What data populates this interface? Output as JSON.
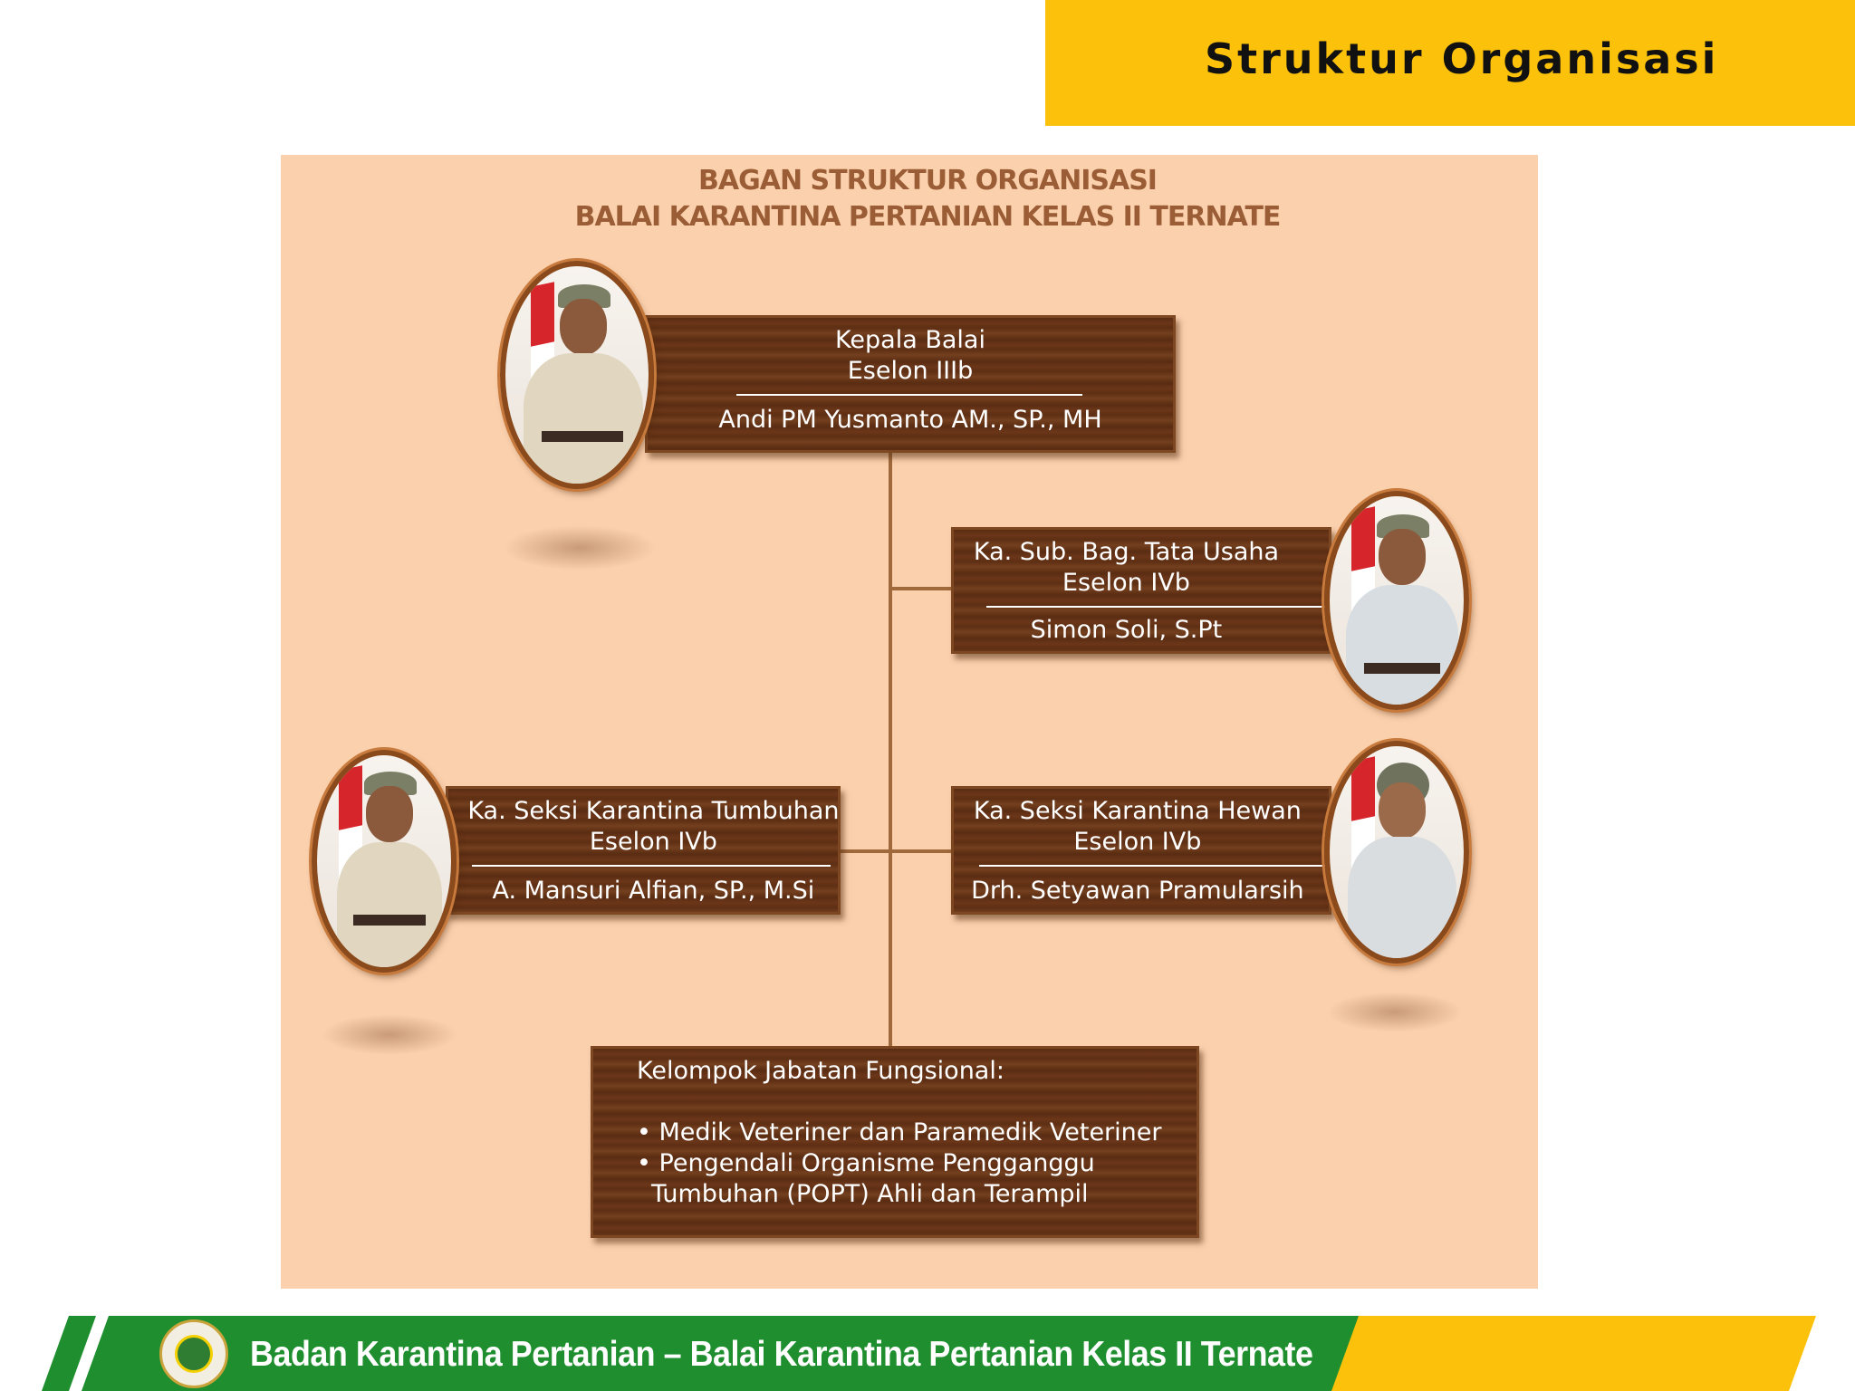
{
  "header": {
    "title": "Struktur Organisasi"
  },
  "chart": {
    "heading_line1": "BAGAN STRUKTUR ORGANISASI",
    "heading_line2": "BALAI KARANTINA PERTANIAN KELAS II TERNATE",
    "head": {
      "title_line1": "Kepala Balai",
      "title_line2": "Eselon IIIb",
      "name": "Andi PM Yusmanto AM., SP., MH"
    },
    "tata_usaha": {
      "title_line1": "Ka. Sub. Bag. Tata Usaha",
      "title_line2": "Eselon IVb",
      "name": "Simon Soli, S.Pt"
    },
    "tumbuhan": {
      "title_line1": "Ka. Seksi Karantina Tumbuhan",
      "title_line2": "Eselon IVb",
      "name": "A. Mansuri Alfian, SP., M.Si"
    },
    "hewan": {
      "title_line1": "Ka. Seksi Karantina Hewan",
      "title_line2": "Eselon IVb",
      "name": "Drh. Setyawan Pramularsih"
    },
    "fungsional": {
      "title": "Kelompok Jabatan Fungsional:",
      "item1": "• Medik Veteriner dan Paramedik Veteriner",
      "item2_line1": "• Pengendali Organisme Pengganggu",
      "item2_line2": "Tumbuhan (POPT) Ahli dan Terampil"
    }
  },
  "footer": {
    "text": "Badan Karantina Pertanian – Balai Karantina Pertanian Kelas II Ternate"
  },
  "colors": {
    "banner_yellow": "#fcc10a",
    "footer_green": "#1e8e2e",
    "panel_peach": "#fbd0ad",
    "wood_brown": "#5a2c12",
    "heading_brown": "#9a5d35"
  }
}
